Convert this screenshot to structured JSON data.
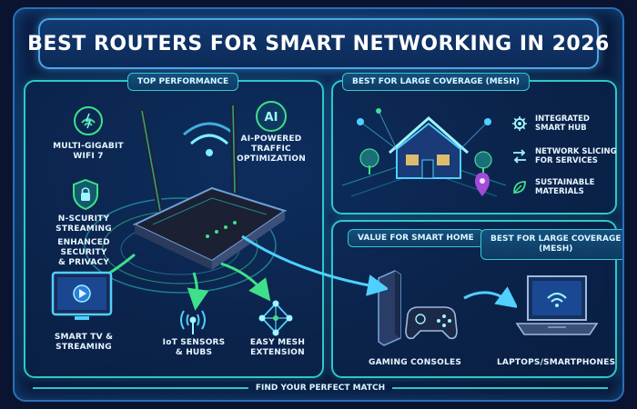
{
  "title": "BEST ROUTERS FOR SMART NETWORKING IN 2026",
  "left_panel": {
    "tab": "TOP PERFORMANCE",
    "features": {
      "wifi7": [
        "MULTI-GIGABIT",
        "WIFI 7"
      ],
      "ai": [
        "AI-POWERED",
        "TRAFFIC",
        "OPTIMIZATION"
      ],
      "security_streaming": [
        "N-SCURITY",
        "STREAMING"
      ],
      "security_privacy": [
        "ENHANCED",
        "SECURITY",
        "& PRIVACY"
      ],
      "smart_tv": [
        "SMART TV &",
        "STREAMING"
      ],
      "iot": [
        "IoT SENSORS",
        "& HUBS"
      ],
      "mesh": [
        "EASY MESH",
        "EXTENSION"
      ]
    },
    "ai_badge": "AI"
  },
  "right_top_panel": {
    "tab": "BEST FOR LARGE COVERAGE (MESH)",
    "features": [
      {
        "icon": "gear-icon",
        "lines": [
          "INTEGRATED",
          "SMART HUB"
        ]
      },
      {
        "icon": "network-slicing-icon",
        "lines": [
          "NETWORK SLICING",
          "FOR SERVICES"
        ]
      },
      {
        "icon": "leaf-icon",
        "lines": [
          "SUSTAINABLE",
          "MATERIALS"
        ]
      }
    ]
  },
  "right_bottom_panel": {
    "tab_left": "VALUE FOR SMART HOME",
    "tab_right": [
      "BEST FOR LARGE COVERAGE",
      "(MESH)"
    ],
    "gaming": "GAMING CONSOLES",
    "laptops": "LAPTOPS/SMARTPHONES"
  },
  "footer": "FIND YOUR PERFECT MATCH",
  "colors": {
    "accent_cyan": "#2fc7c9",
    "accent_green": "#3fe08a",
    "background": "#0b1f46",
    "border_blue": "#4aa6e8"
  }
}
